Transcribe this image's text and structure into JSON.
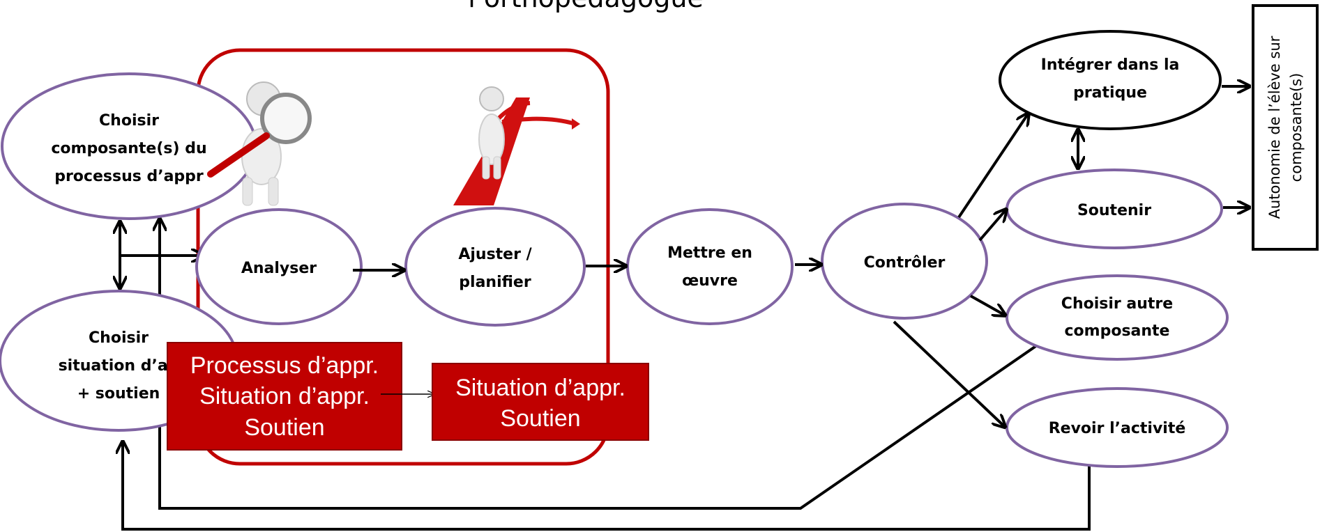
{
  "title": "l’orthopédagogue",
  "nodes": {
    "choisir_composante": [
      "Choisir",
      "composante(s) du",
      "processus d’appr"
    ],
    "choisir_situation": [
      "Choisir",
      "situation d’ap",
      "+ soutien"
    ],
    "analyser": [
      "Analyser"
    ],
    "ajuster": [
      "Ajuster /",
      "planifier"
    ],
    "mettre": [
      "Mettre en",
      "œuvre"
    ],
    "controler": [
      "Contrôler"
    ],
    "integrer": [
      "Intégrer dans la",
      "pratique"
    ],
    "soutenir": [
      "Soutenir"
    ],
    "choisir_autre": [
      "Choisir autre",
      "composante"
    ],
    "revoir": [
      "Revoir l’activité"
    ]
  },
  "side_box": [
    "Autonomie de l’élève sur",
    "composante(s)"
  ],
  "red_boxes": {
    "left": [
      "Processus d’appr.",
      "Situation d’appr.",
      "Soutien"
    ],
    "right": [
      "Situation d’appr.",
      "Soutien"
    ]
  },
  "colors": {
    "ellipse_stroke": "#8064a2",
    "red": "#c00000",
    "frame_red": "#c00000",
    "black": "#000000"
  },
  "icons": [
    "magnifier-figure-icon",
    "crossroads-figure-icon"
  ]
}
